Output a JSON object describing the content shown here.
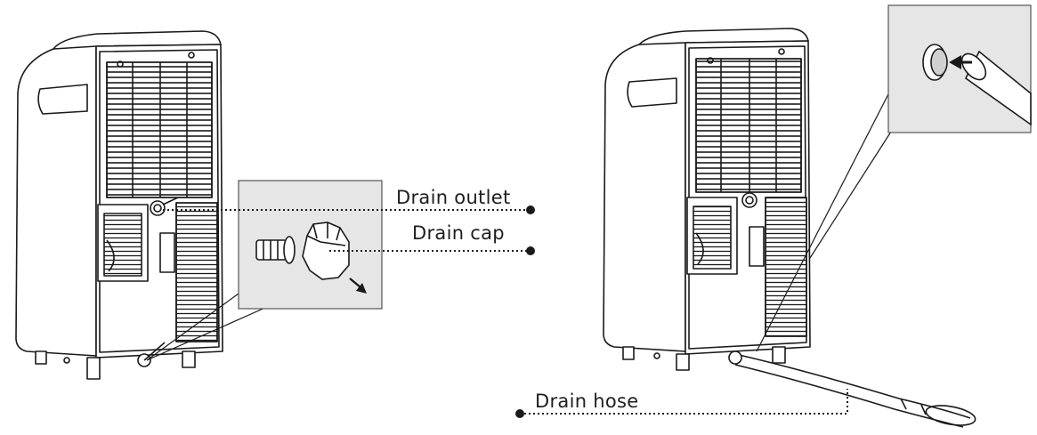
{
  "labels": {
    "drain_outlet": "Drain outlet",
    "drain_cap": "Drain cap",
    "drain_hose": "Drain hose"
  },
  "figures": [
    {
      "name": "drain-cap-removal-illustration",
      "components": [
        "portable-air-conditioner-rear",
        "detail-inset-drain-outlet-and-cap"
      ]
    },
    {
      "name": "drain-hose-connection-illustration",
      "components": [
        "portable-air-conditioner-rear",
        "detail-inset-hose-insertion",
        "drain-hose"
      ]
    }
  ],
  "colors": {
    "line": "#1a1a1a",
    "inset_fill": "#e6e6e6",
    "unit_fill": "#ffffff",
    "dot": "#1a1a1a"
  }
}
